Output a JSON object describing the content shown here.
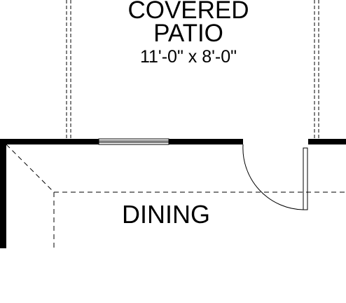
{
  "plan": {
    "rooms": [
      {
        "id": "covered-patio",
        "name_line1": "COVERED",
        "name_line2": "PATIO",
        "dimensions": "11'-0\" x 8'-0\""
      },
      {
        "id": "dining",
        "name": "DINING"
      }
    ],
    "colors": {
      "wall": "#000000",
      "background": "#ffffff",
      "line": "#000000"
    }
  }
}
